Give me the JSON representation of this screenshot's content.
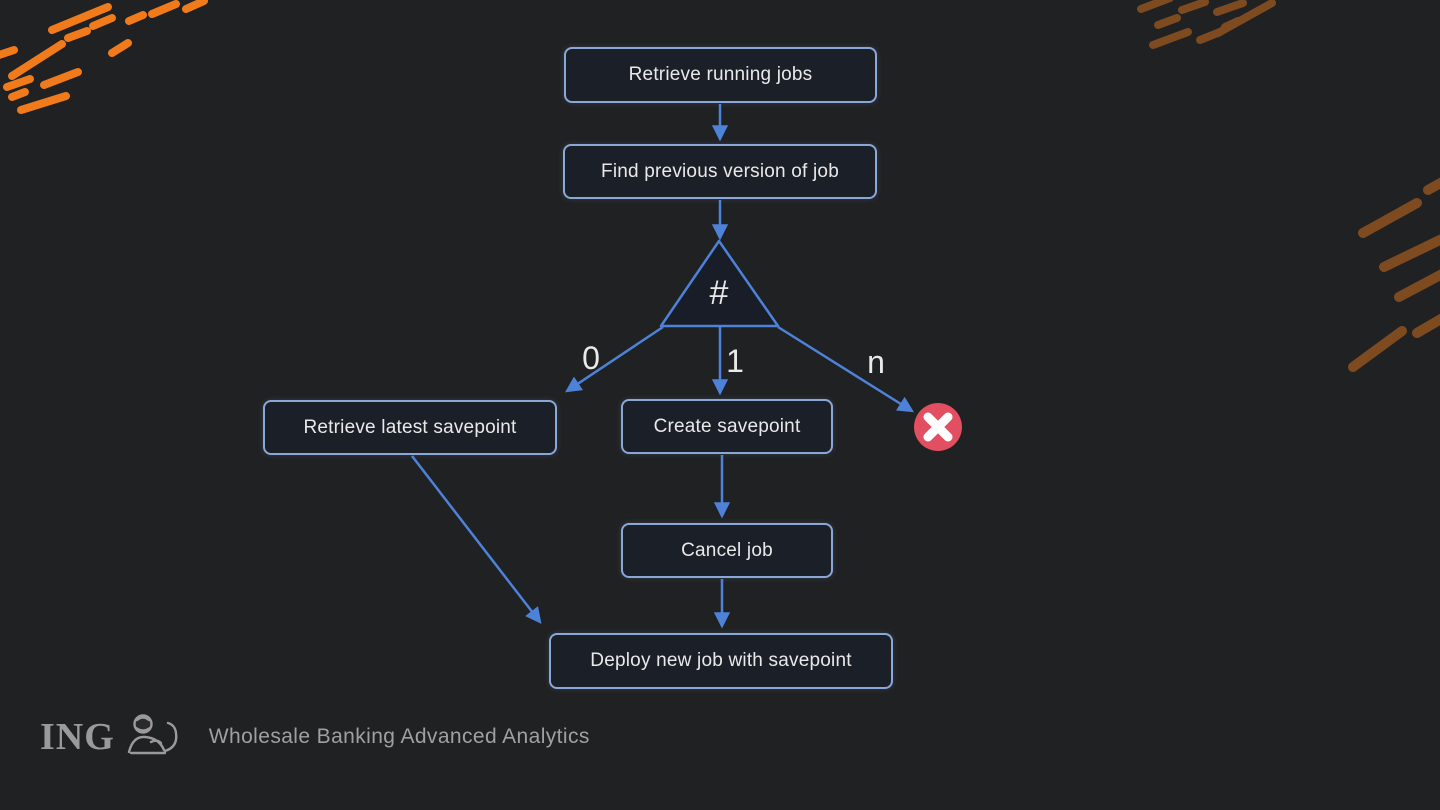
{
  "theme": {
    "background": "#202123",
    "node_fill": "#1b1f27",
    "node_border": "#8aa8d6",
    "arrow_blue": "#4d82d8",
    "error_red": "#e14f60",
    "text_light": "#e9e9e9",
    "footer_gray": "#9a9a9a",
    "accent_orange": "#f17b1b",
    "accent_orange_dim": "#7e4a20"
  },
  "flowchart": {
    "nodes": {
      "retrieve_running_jobs": "Retrieve running jobs",
      "find_previous_version": "Find previous version of job",
      "decision_symbol": "#",
      "retrieve_latest_savepoint": "Retrieve latest savepoint",
      "create_savepoint": "Create savepoint",
      "cancel_job": "Cancel job",
      "deploy_new_job": "Deploy new job with savepoint"
    },
    "branch_labels": {
      "zero": "0",
      "one": "1",
      "n": "n"
    },
    "error_icon": "x-circle"
  },
  "footer": {
    "logo_text": "ING",
    "tagline": "Wholesale Banking Advanced Analytics"
  }
}
